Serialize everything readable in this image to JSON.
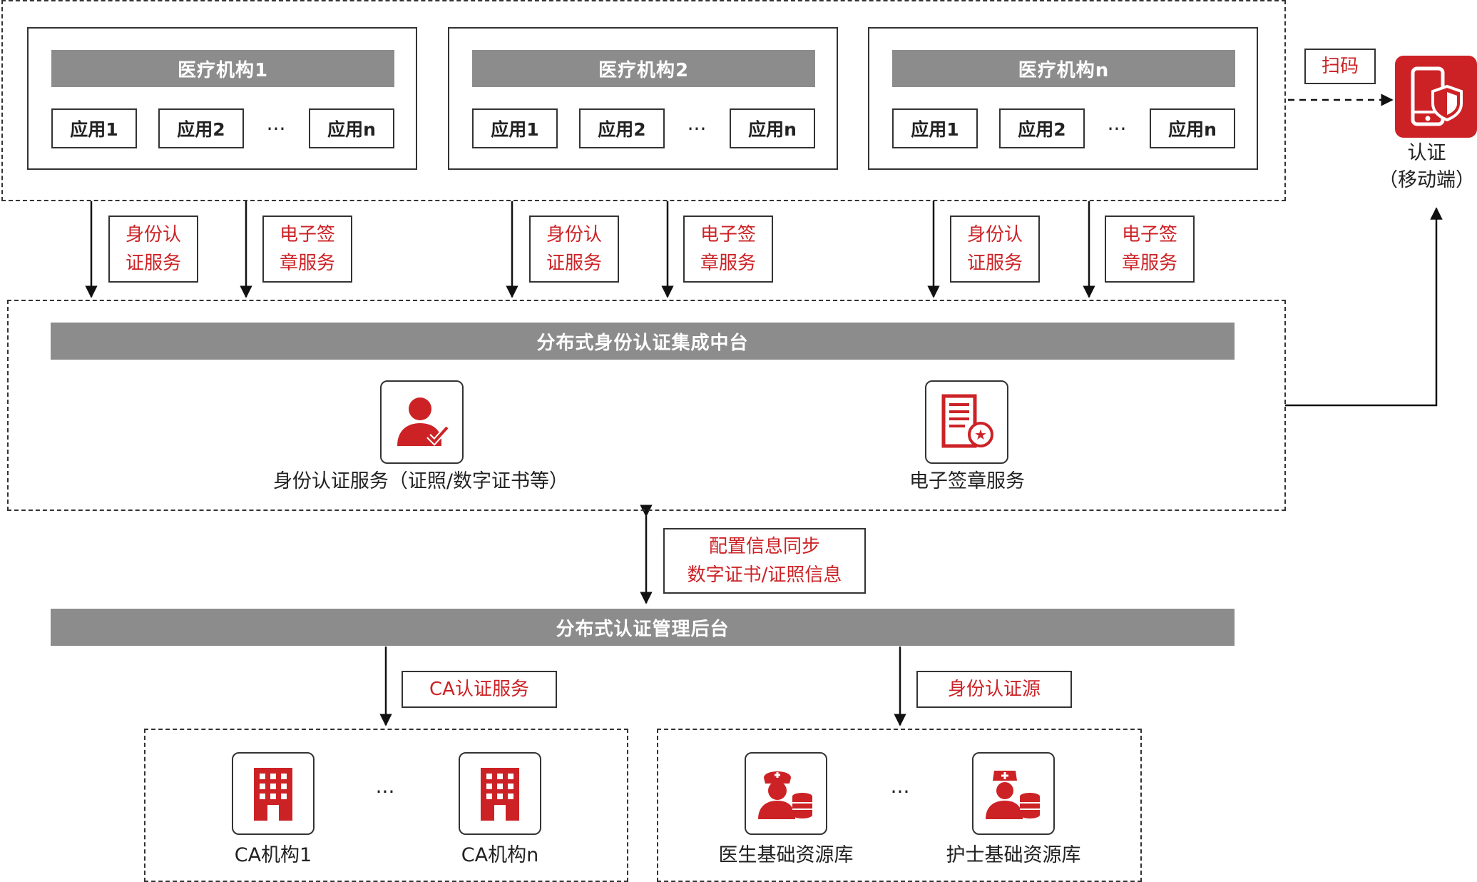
{
  "institutions": [
    {
      "title": "医疗机构1",
      "apps": [
        "应用1",
        "应用2",
        "应用n"
      ],
      "ellipsis": "···"
    },
    {
      "title": "医疗机构2",
      "apps": [
        "应用1",
        "应用2",
        "应用n"
      ],
      "ellipsis": "···"
    },
    {
      "title": "医疗机构n",
      "apps": [
        "应用1",
        "应用2",
        "应用n"
      ],
      "ellipsis": "···"
    }
  ],
  "service_labels": {
    "identity": [
      "身份认",
      "证服务"
    ],
    "signature": [
      "电子签",
      "章服务"
    ]
  },
  "scan_label": "扫码",
  "mobile": {
    "line1": "认证",
    "line2": "（移动端）"
  },
  "middle_platform": {
    "title": "分布式身份认证集成中台",
    "identity_caption": "身份认证服务（证照/数字证书等）",
    "signature_caption": "电子签章服务"
  },
  "sync_label": [
    "配置信息同步",
    "数字证书/证照信息"
  ],
  "backend_title": "分布式认证管理后台",
  "ca_service_label": "CA认证服务",
  "identity_source_label": "身份认证源",
  "ca_group": {
    "items": [
      "CA机构1",
      "CA机构n"
    ],
    "ellipsis": "···"
  },
  "resource_group": {
    "items": [
      "医生基础资源库",
      "护士基础资源库"
    ],
    "ellipsis": "···"
  },
  "colors": {
    "accent": "#cc2226",
    "bar": "#8c8c8c",
    "border": "#333333"
  }
}
